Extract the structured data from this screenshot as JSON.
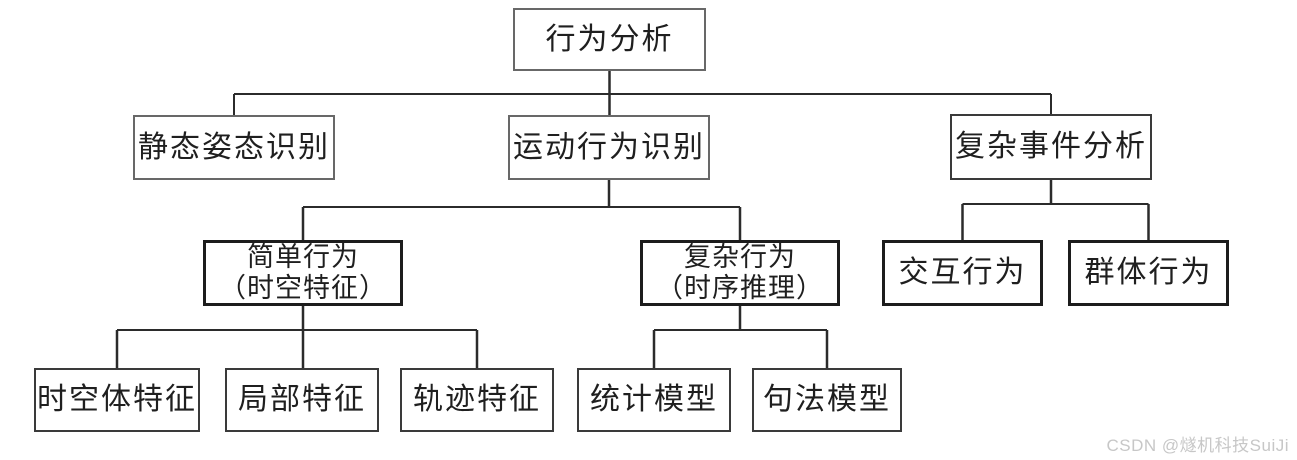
{
  "tree": {
    "label": "行为分析",
    "children": [
      {
        "label": "静态姿态识别",
        "children": []
      },
      {
        "label": "运动行为识别",
        "children": [
          {
            "label": "简单行为",
            "sublabel": "（时空特征）",
            "children": [
              {
                "label": "时空体特征"
              },
              {
                "label": "局部特征"
              },
              {
                "label": "轨迹特征"
              }
            ]
          },
          {
            "label": "复杂行为",
            "sublabel": "（时序推理）",
            "children": [
              {
                "label": "统计模型"
              },
              {
                "label": "句法模型"
              }
            ]
          }
        ]
      },
      {
        "label": "复杂事件分析",
        "children": [
          {
            "label": "交互行为"
          },
          {
            "label": "群体行为"
          }
        ]
      }
    ]
  },
  "watermark": "CSDN @燧机科技SuiJi",
  "colors": {
    "line": "#2b2b2b",
    "box_border_dark": "#1c1c1c",
    "box_border_gray": "#686868",
    "text": "#1f1f1f",
    "watermark": "#c7c7c7",
    "background": "#ffffff"
  }
}
